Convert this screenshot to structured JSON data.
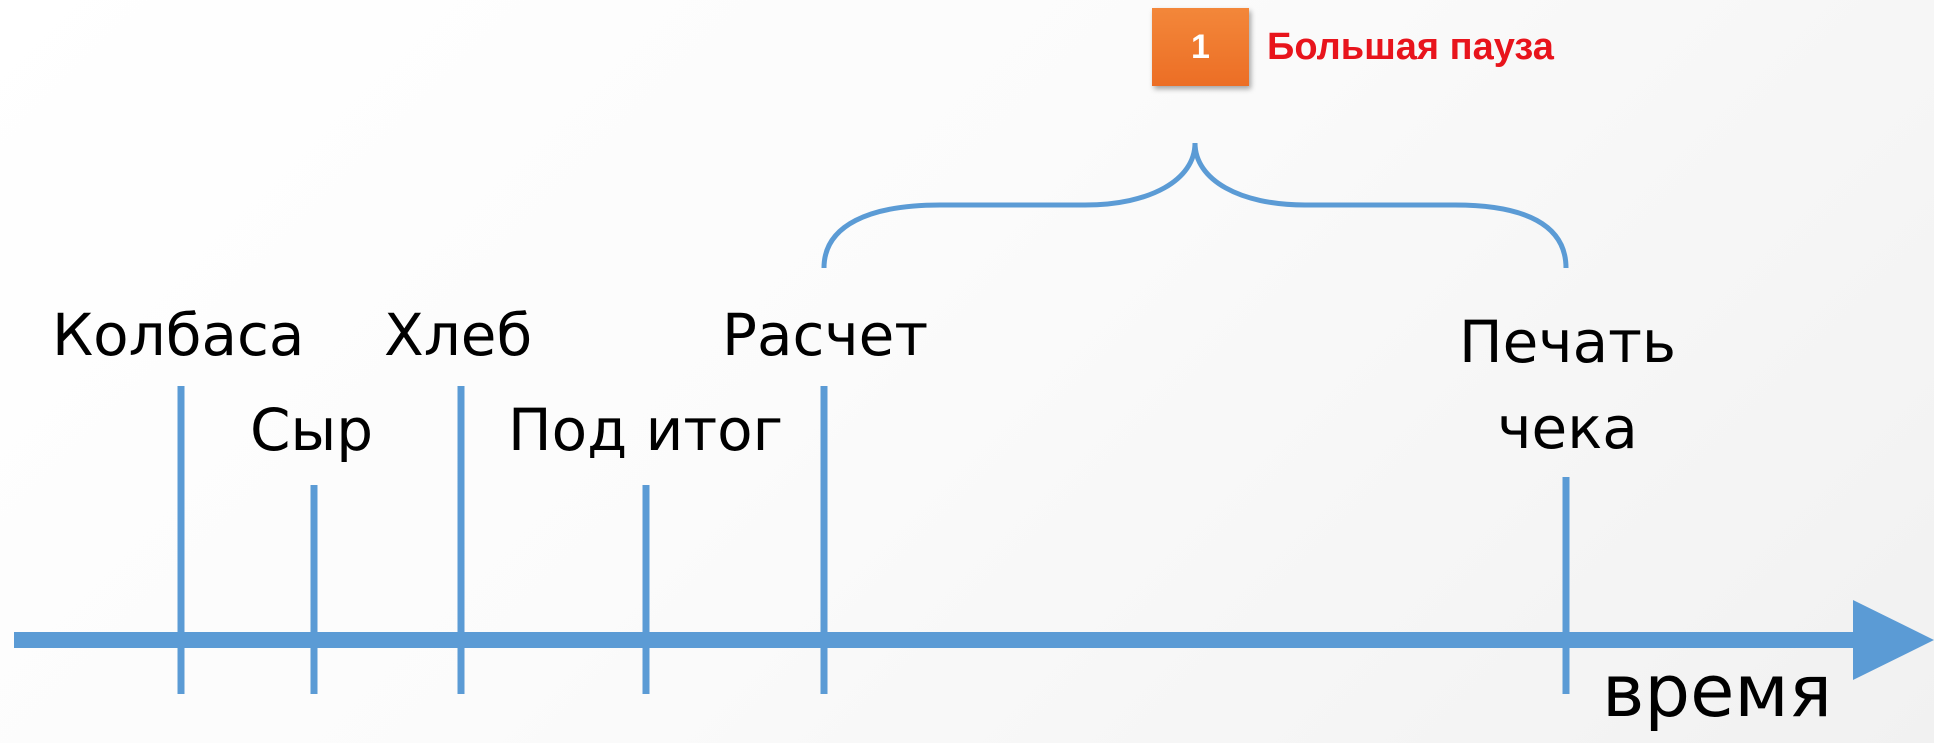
{
  "colors": {
    "line": "#5b9bd5",
    "badge": "#ec6e25",
    "badge_text": "#ffffff",
    "annotation_text": "#e8141c",
    "label_text": "#000000"
  },
  "axis": {
    "label": "время",
    "direction": "right"
  },
  "events": [
    {
      "id": "kolbasa",
      "label": "Колбаса"
    },
    {
      "id": "syr",
      "label": "Сыр"
    },
    {
      "id": "hleb",
      "label": "Хлеб"
    },
    {
      "id": "pod-itog",
      "label": "Под итог"
    },
    {
      "id": "raschet",
      "label": "Расчет"
    },
    {
      "id": "pechat-cheka",
      "label": "Печать\nчека"
    }
  ],
  "annotation": {
    "number": "1",
    "text": "Большая пауза",
    "brace_from": "raschet",
    "brace_to": "pechat-cheka"
  }
}
